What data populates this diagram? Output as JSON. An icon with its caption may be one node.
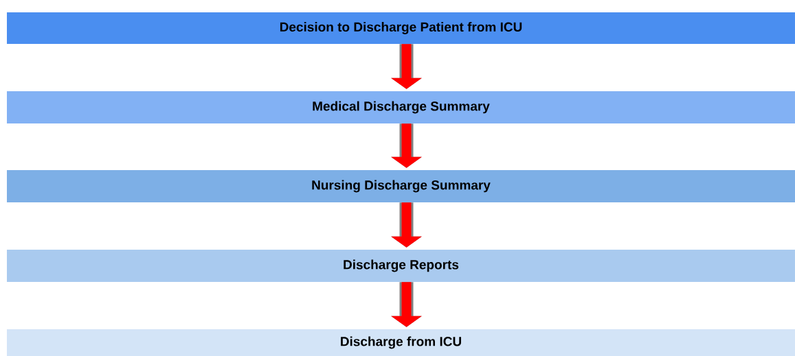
{
  "diagram": {
    "nodes": [
      {
        "text": [
          "Decision to Discharge Patient from ICU"
        ]
      },
      {
        "text": [
          "Medical Discharge Summary"
        ]
      },
      {
        "text": [
          "Nursing Discharge Summary"
        ]
      },
      {
        "text": [
          "Discharge Reports"
        ]
      },
      {
        "text": [
          "Discharge from ICU"
        ]
      }
    ],
    "edges": [
      {
        "from": 0,
        "to": 1,
        "arrow": "to"
      },
      {
        "from": 1,
        "to": 2,
        "arrow": "to"
      },
      {
        "from": 2,
        "to": 3,
        "arrow": "to"
      },
      {
        "from": 3,
        "to": 4,
        "arrow": "to"
      }
    ]
  }
}
